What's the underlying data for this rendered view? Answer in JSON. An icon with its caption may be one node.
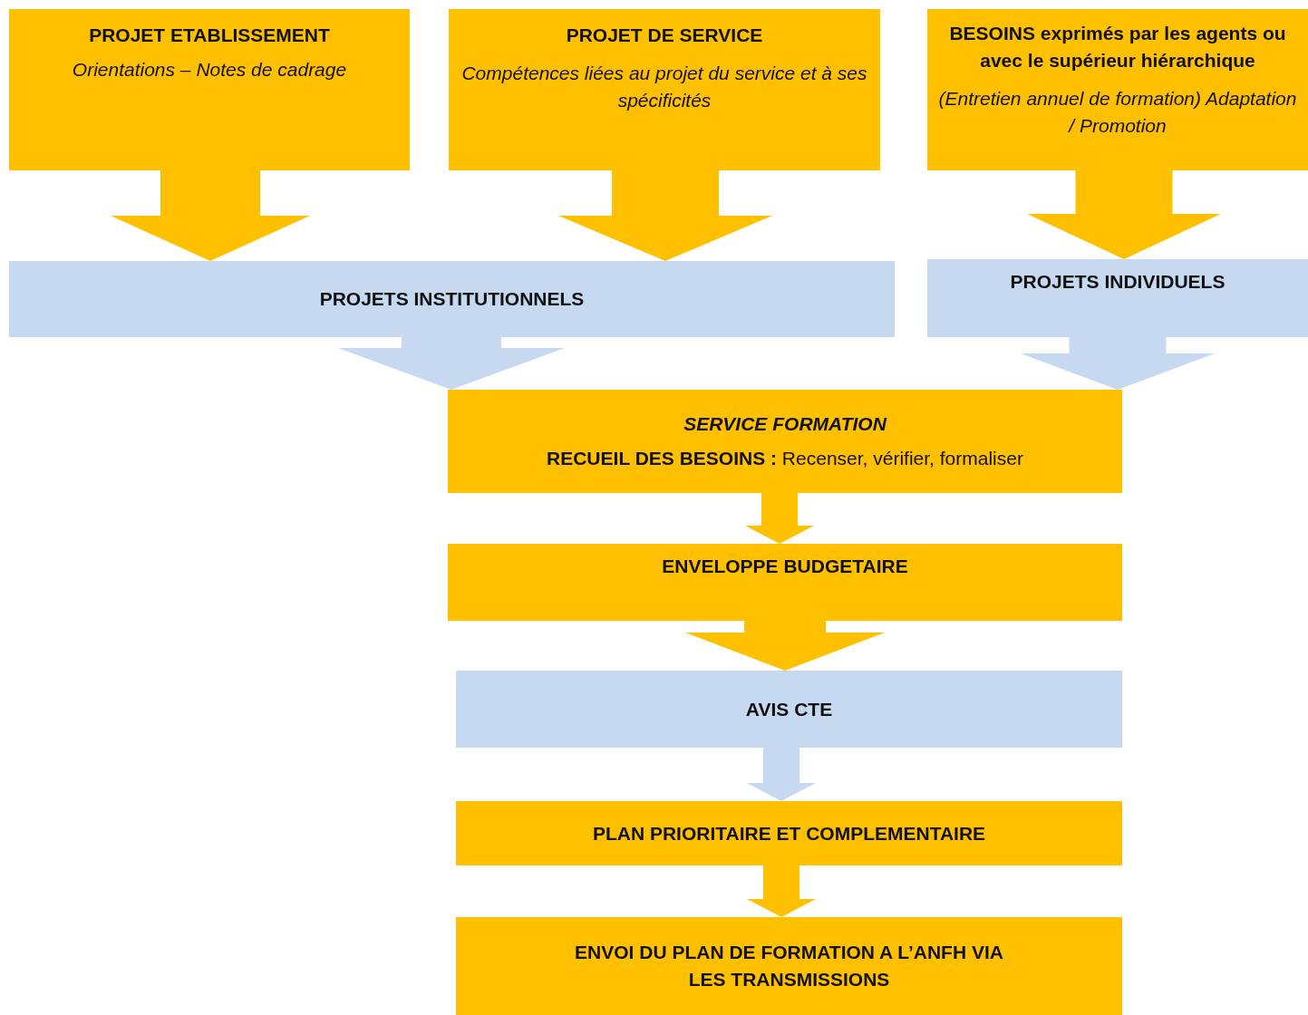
{
  "diagram": {
    "nodes": [
      {
        "text": [
          "PROJET ETABLISSEMENT",
          "Orientations – Notes de cadrage"
        ]
      },
      {
        "text": [
          "PROJET DE SERVICE",
          "Compétences liées au projet du service et à ses spécificités"
        ]
      },
      {
        "text": [
          "BESOINS exprimés par les agents ou avec le supérieur hiérarchique",
          "(Entretien annuel de formation) Adaptation / Promotion"
        ]
      },
      {
        "text": [
          "PROJETS INSTITUTIONNELS"
        ]
      },
      {
        "text": [
          "PROJETS INDIVIDUELS"
        ]
      },
      {
        "text": [
          "SERVICE FORMATION",
          "**RECUEIL DES BESOINS :** Recenser, vérifier, formaliser"
        ]
      },
      {
        "text": [
          "ENVELOPPE BUDGETAIRE"
        ]
      },
      {
        "text": [
          "AVIS CTE"
        ]
      },
      {
        "text": [
          "PLAN PRIORITAIRE ET COMPLEMENTAIRE"
        ]
      },
      {
        "text": [
          "ENVOI DU PLAN DE FORMATION A L’ANFH VIA LES TRANSMISSIONS"
        ]
      }
    ],
    "edges": [
      {
        "from": 0,
        "to": 3,
        "arrow": "to"
      },
      {
        "from": 1,
        "to": 3,
        "arrow": "to"
      },
      {
        "from": 2,
        "to": 4,
        "arrow": "to"
      },
      {
        "from": 3,
        "to": 5,
        "arrow": "to",
        "color": "#c6d9f0"
      },
      {
        "from": 4,
        "to": 5,
        "arrow": "to",
        "color": "#c6d9f0"
      },
      {
        "from": 5,
        "to": 6,
        "arrow": "to"
      },
      {
        "from": 6,
        "to": 7,
        "arrow": "to"
      },
      {
        "from": 7,
        "to": 8,
        "arrow": "to",
        "color": "#c6d9f0"
      },
      {
        "from": 8,
        "to": 9,
        "arrow": "to"
      }
    ]
  }
}
